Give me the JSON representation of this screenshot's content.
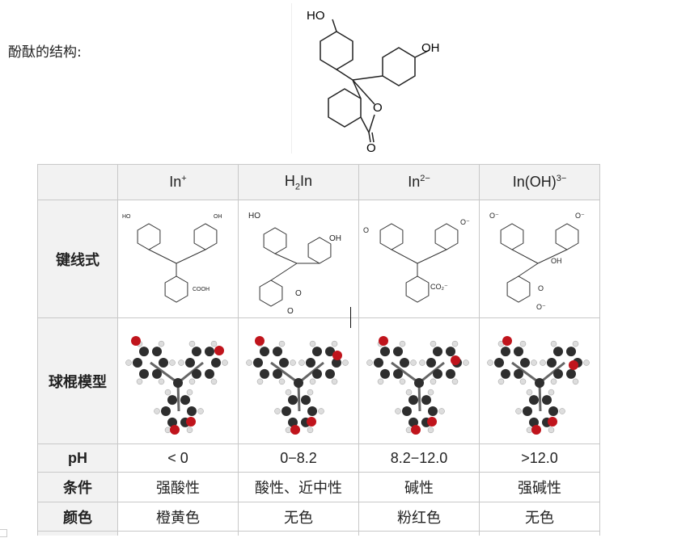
{
  "intro": "酚酞的结构:",
  "main_structure": {
    "labels": {
      "ho": "HO",
      "oh": "OH",
      "ring_o": "O",
      "carbonyl_o": "O"
    }
  },
  "table": {
    "headers": [
      {
        "base": "In",
        "sup": "+"
      },
      {
        "base_pre": "H",
        "sub": "2",
        "base": "In"
      },
      {
        "base": "In",
        "sup": "2−"
      },
      {
        "base": "In(OH)",
        "sup": "3−"
      }
    ],
    "rows": {
      "skeletal": {
        "label": "键线式"
      },
      "ball": {
        "label": "球棍模型"
      },
      "ph": {
        "label": "pH",
        "values": [
          "< 0",
          "0−8.2",
          "8.2−12.0",
          ">12.0"
        ]
      },
      "condition": {
        "label": "条件",
        "values": [
          "强酸性",
          "酸性、近中性",
          "碱性",
          "强碱性"
        ]
      },
      "color": {
        "label": "颜色",
        "values": [
          "橙黄色",
          "无色",
          "粉红色",
          "无色"
        ]
      }
    },
    "mol_labels": {
      "ho": "HO",
      "oh": "OH",
      "cooh": "COOH",
      "o": "O",
      "ominus": "O⁻",
      "co2": "CO₂⁻"
    }
  },
  "colors": {
    "border": "#c8c8c8",
    "header_bg": "#f2f2f2",
    "carbon": "#333333",
    "oxygen": "#c0141c",
    "hydrogen": "#e8e8e8"
  }
}
